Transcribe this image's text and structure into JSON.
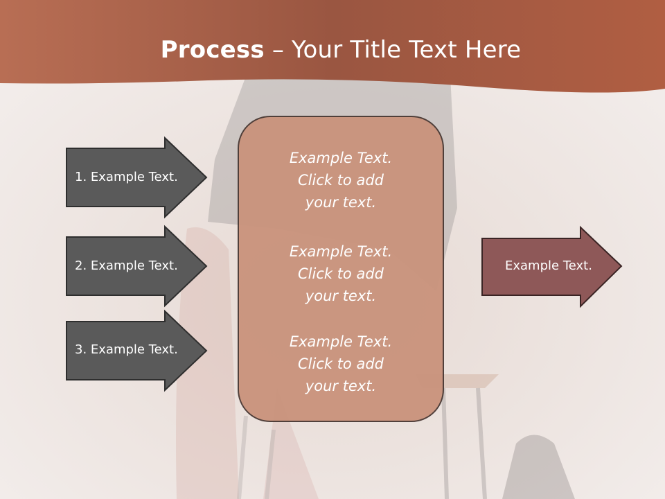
{
  "title": {
    "bold": "Process",
    "dash": " – ",
    "rest": "Your Title Text Here"
  },
  "left_arrows": [
    {
      "label": "1. Example Text."
    },
    {
      "label": "2. Example Text."
    },
    {
      "label": "3. Example Text."
    }
  ],
  "center_box": {
    "blocks": [
      {
        "lines": [
          "Example Text.",
          "Click  to add",
          "your text."
        ]
      },
      {
        "lines": [
          "Example Text.",
          "Click  to add",
          "your text."
        ]
      },
      {
        "lines": [
          "Example Text.",
          "Click  to add",
          "your text."
        ]
      }
    ]
  },
  "right_arrow": {
    "label": "Example Text."
  },
  "colors": {
    "header": "#a35c43",
    "left_arrow_fill": "#5a5a5a",
    "center_box_fill": "#c9937c",
    "right_arrow_fill": "#8e5858",
    "outline": "#3a2a26"
  }
}
